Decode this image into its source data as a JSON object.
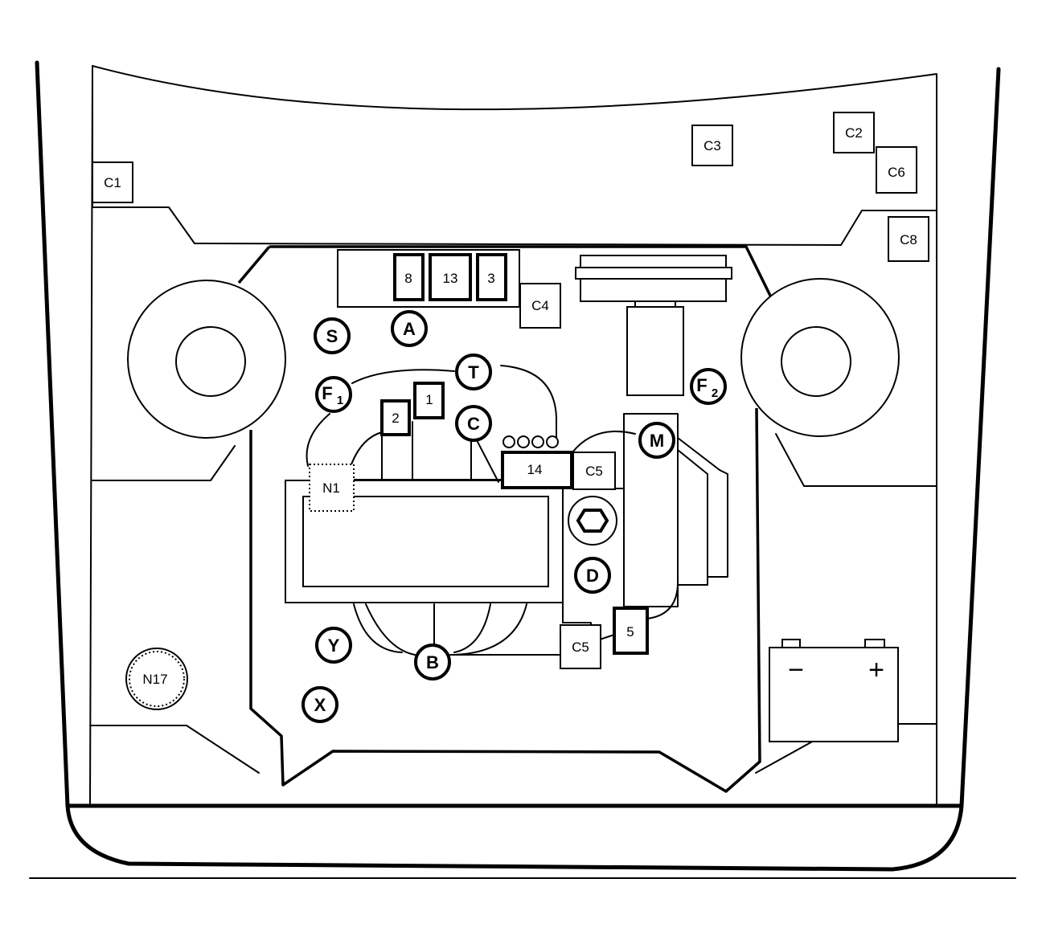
{
  "connectors": {
    "c1": "C1",
    "c2": "C2",
    "c3": "C3",
    "c4": "C4",
    "c5_top": "C5",
    "c5_bottom": "C5",
    "c6": "C6",
    "c8": "C8"
  },
  "fuses": {
    "f8": "8",
    "f13": "13",
    "f3": "3",
    "f1": "1",
    "f2": "2",
    "f14": "14",
    "f5": "5"
  },
  "nodes": {
    "n1": "N1",
    "n17": "N17"
  },
  "points": {
    "s": "S",
    "a": "A",
    "t": "T",
    "f1": "F",
    "f1_sub": "1",
    "f2": "F",
    "f2_sub": "2",
    "c": "C",
    "m": "M",
    "d": "D",
    "y": "Y",
    "b": "B",
    "x": "X"
  },
  "battery": {
    "minus": "−",
    "plus": "+"
  }
}
